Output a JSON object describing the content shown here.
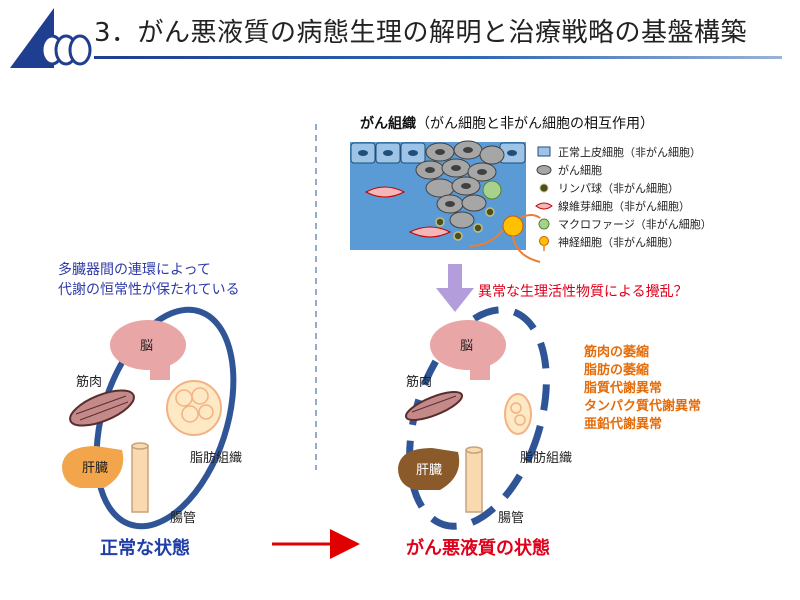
{
  "header": {
    "title": "3．がん悪液質の病態生理の解明と治療戦略の基盤構築"
  },
  "tissue": {
    "title_bold": "がん組織",
    "title_note": "（がん細胞と非がん細胞の相互作用）",
    "legend": [
      {
        "icon": "epithelial-cell-icon",
        "label": "正常上皮細胞（非がん細胞）"
      },
      {
        "icon": "cancer-cell-icon",
        "label": "がん細胞"
      },
      {
        "icon": "lymphocyte-icon",
        "label": "リンパ球（非がん細胞）"
      },
      {
        "icon": "fibroblast-icon",
        "label": "線維芽細胞（非がん細胞）"
      },
      {
        "icon": "macrophage-icon",
        "label": "マクロファージ（非がん細胞）"
      },
      {
        "icon": "nerve-cell-icon",
        "label": "神経細胞（非がん細胞）"
      }
    ]
  },
  "disturbance_label": "異常な生理活性物質による攪乱？",
  "left": {
    "caption_line1": "多臓器間の連環によって",
    "caption_line2": "代謝の恒常性が保たれている",
    "organs": {
      "brain": "脳",
      "muscle": "筋肉",
      "liver": "肝臓",
      "adipose": "脂肪組織",
      "gut": "腸管"
    },
    "state": "正常な状態"
  },
  "right": {
    "organs": {
      "brain": "脳",
      "muscle": "筋肉",
      "liver": "肝臓",
      "adipose": "脂肪組織",
      "gut": "腸管"
    },
    "effects": [
      "筋肉の萎縮",
      "脂肪の萎縮",
      "脂質代謝異常",
      "タンパク質代謝異常",
      "亜鉛代謝異常"
    ],
    "state": "がん悪液質の状態"
  },
  "colors": {
    "loop": "#2f5597",
    "brain": "#e8a6a6",
    "liver_normal": "#f2a54a",
    "liver_cachexia": "#8b5a2b",
    "effects_text": "#e46c0a",
    "normal_state_text": "#1f3ea8",
    "cachexia_state_text": "#e0001b",
    "arrow_red": "#e00000",
    "arrow_purple": "#b39ddb",
    "tissue_blue": "#5b9bd5"
  }
}
